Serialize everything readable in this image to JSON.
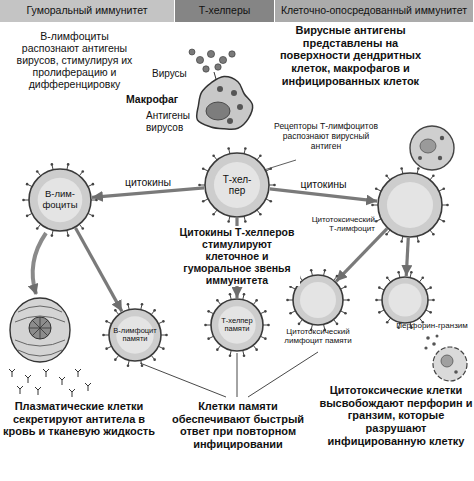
{
  "diagram": {
    "nodes": [
      {
        "text": [
          "Гуморальный иммунитет"
        ]
      },
      {
        "text": [
          "Т-хелперы"
        ]
      },
      {
        "text": [
          "Клеточно-опосредованный иммунитет"
        ]
      },
      {
        "text": [
          "Макрофаг"
        ]
      },
      {
        "text": [
          "Т-хел-пер"
        ]
      },
      {
        "text": [
          "В-лим-фоциты"
        ]
      },
      {
        "text": [
          "Цитотоксический Т-лимфоцит"
        ]
      },
      {
        "text": [
          "В-лимфоцит памяти"
        ]
      },
      {
        "text": [
          "Т-хелпер памяти"
        ]
      },
      {
        "text": [
          "Цитотоксический лимфоцит памяти"
        ]
      },
      {
        "text": [
          "Перфорин-гранзим"
        ]
      }
    ],
    "edges": [
      {
        "from": 4,
        "to": 5,
        "label": "цитокины",
        "arrow": "to"
      },
      {
        "from": 4,
        "to": 6,
        "label": "цитокины",
        "arrow": "to"
      },
      {
        "from": 4,
        "to": 8,
        "arrow": "to"
      },
      {
        "from": 5,
        "to": 7,
        "arrow": "to"
      },
      {
        "from": 6,
        "to": 9,
        "arrow": "to"
      },
      {
        "from": 6,
        "to": 10,
        "arrow": "to"
      }
    ],
    "labels": [
      "В-лимфоциты распознают антигены вирусов, стимулируя их пролиферацию и дифференцировку",
      "Вирусы",
      "Антигены вирусов",
      "Вирусные антигены представлены на поверхности дендритных клеток, макрофагов и инфицированных клеток",
      "Рецепторы Т-лимфоцитов распознают вирусный антиген",
      "Цитокины Т-хелперов стимулируют клеточное и гуморальное звенья иммунитета",
      "Плазматические клетки секретируют антитела в кровь и тканевую жидкость",
      "Клетки памяти обеспечивают быстрый ответ при повторном инфицировании",
      "Цитотоксические клетки высвобождают перфорин и гранзим, которые разрушают инфицированную клетку"
    ]
  }
}
